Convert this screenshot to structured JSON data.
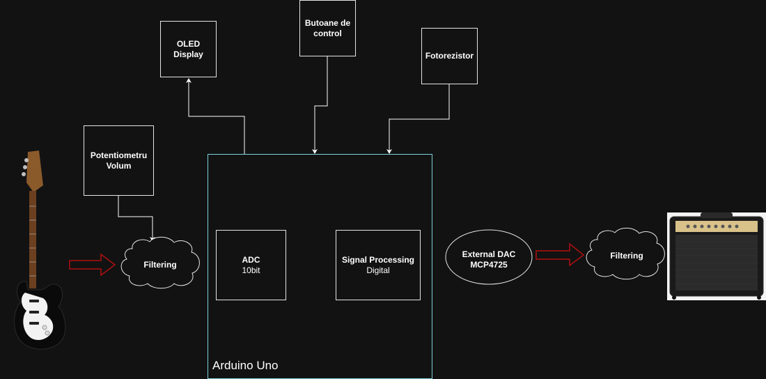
{
  "diagram": {
    "blocks": {
      "oled": [
        "OLED",
        "Display"
      ],
      "butoane": [
        "Butoane de",
        "control"
      ],
      "fotorezistor": [
        "Fotorezistor"
      ],
      "potentiometru": [
        "Potentiometru",
        "Volum"
      ],
      "adc": [
        "ADC",
        "10bit"
      ],
      "signal_processing": [
        "Signal Processing",
        "Digital"
      ],
      "arduino": "Arduino Uno",
      "dac": [
        "External DAC",
        "MCP4725"
      ],
      "filter_in": "Filtering",
      "filter_out": "Filtering"
    },
    "colors": {
      "background": "#121212",
      "box_border": "#e6e6e6",
      "arduino_border": "#7fd3dd",
      "arrow_red": "#b01010",
      "connector": "#ffffff"
    },
    "icons": [
      "electric-guitar-icon",
      "guitar-amplifier-icon"
    ]
  }
}
